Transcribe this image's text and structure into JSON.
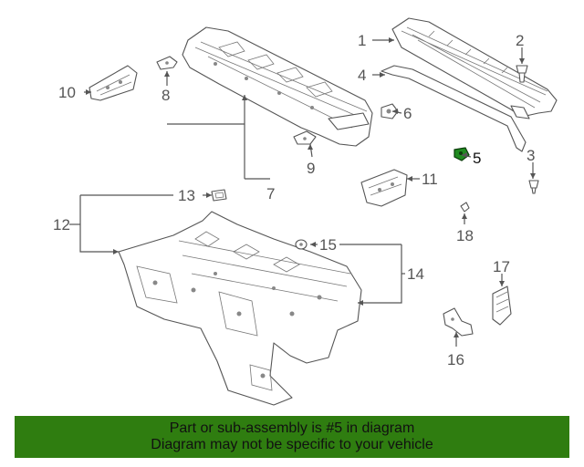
{
  "callouts": {
    "c1": "1",
    "c2": "2",
    "c3": "3",
    "c4": "4",
    "c5": "5",
    "c6": "6",
    "c7": "7",
    "c8": "8",
    "c9": "9",
    "c10": "10",
    "c11": "11",
    "c12": "12",
    "c13": "13",
    "c14": "14",
    "c15": "15",
    "c16": "16",
    "c17": "17",
    "c18": "18"
  },
  "highlighted_part": "5",
  "highlight_color": "#1f8a1f",
  "banner": {
    "line1": "Part or sub-assembly is #5 in diagram",
    "line2": "Diagram may not be specific to your vehicle",
    "background": "#2f7d10"
  }
}
